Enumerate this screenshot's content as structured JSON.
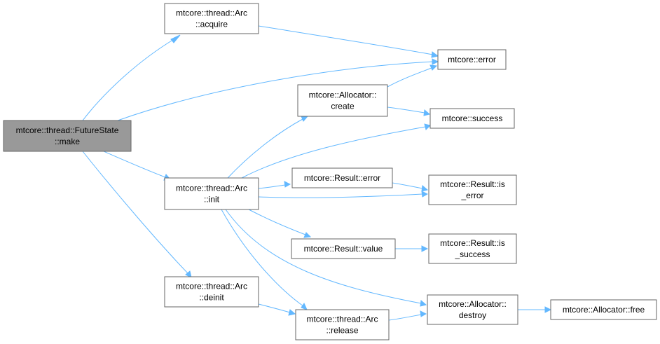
{
  "nodes": {
    "make": {
      "lines": [
        "mtcore::thread::FutureState",
        "::make"
      ]
    },
    "acquire": {
      "lines": [
        "mtcore::thread::Arc",
        "::acquire"
      ]
    },
    "init": {
      "lines": [
        "mtcore::thread::Arc",
        "::init"
      ]
    },
    "deinit": {
      "lines": [
        "mtcore::thread::Arc",
        "::deinit"
      ]
    },
    "error": {
      "lines": [
        "mtcore::error"
      ]
    },
    "alloc_create": {
      "lines": [
        "mtcore::Allocator::",
        "create"
      ]
    },
    "success": {
      "lines": [
        "mtcore::success"
      ]
    },
    "result_error": {
      "lines": [
        "mtcore::Result::error"
      ]
    },
    "result_is_error": {
      "lines": [
        "mtcore::Result::is",
        "_error"
      ]
    },
    "result_value": {
      "lines": [
        "mtcore::Result::value"
      ]
    },
    "result_is_success": {
      "lines": [
        "mtcore::Result::is",
        "_success"
      ]
    },
    "alloc_destroy": {
      "lines": [
        "mtcore::Allocator::",
        "destroy"
      ]
    },
    "alloc_free": {
      "lines": [
        "mtcore::Allocator::free"
      ]
    },
    "release": {
      "lines": [
        "mtcore::thread::Arc",
        "::release"
      ]
    }
  },
  "colors": {
    "edge": "#63b8ff",
    "root_fill": "#999999",
    "border": "#666666"
  }
}
